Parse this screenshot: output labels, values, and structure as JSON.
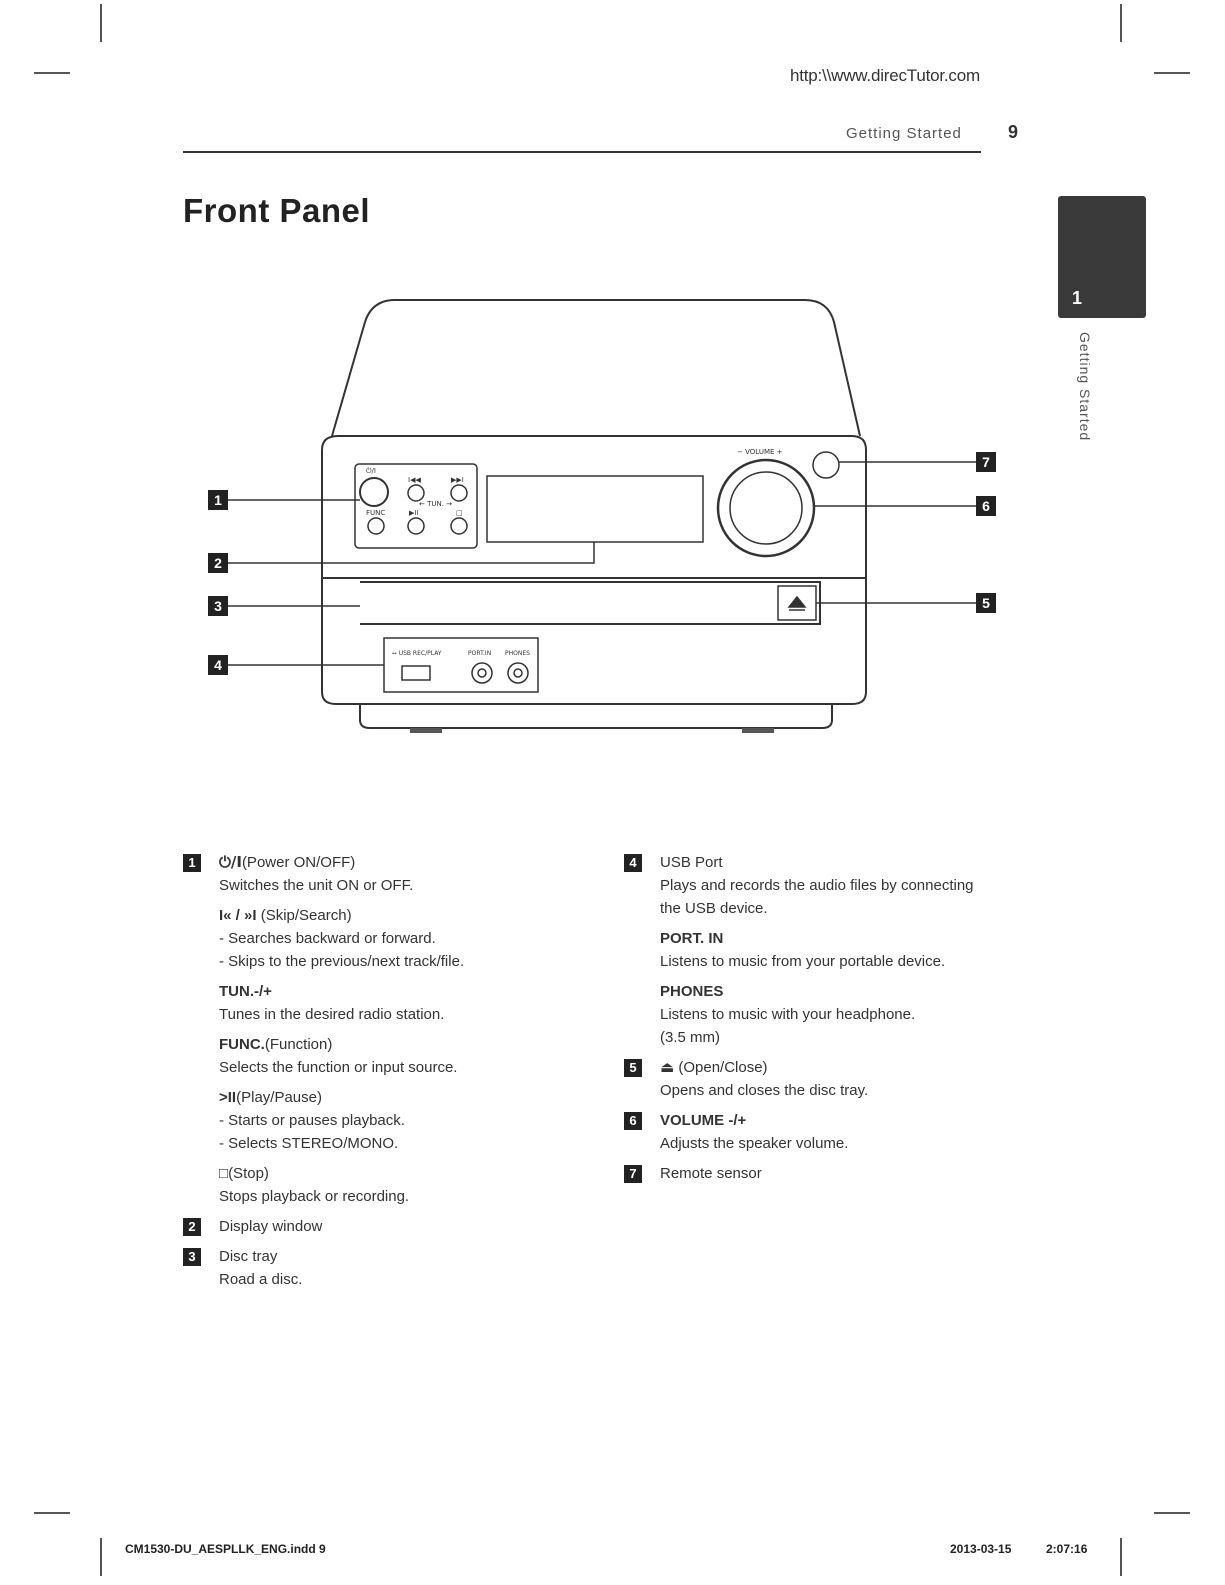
{
  "header": {
    "url": "http:\\\\www.direcTutor.com",
    "section": "Getting Started",
    "page_number": "9"
  },
  "page_title": "Front Panel",
  "chapter_tab": {
    "number": "1",
    "label": "Getting Started"
  },
  "diagram": {
    "callouts": [
      "1",
      "2",
      "3",
      "4",
      "5",
      "6",
      "7"
    ],
    "panel_labels": {
      "power": "⏻/I",
      "prev": "I◀◀",
      "next": "▶▶I",
      "tun": "← TUN. →",
      "func": "FUNC",
      "play": "▶II",
      "stop": "□",
      "volume": "− VOLUME +",
      "usb": "⭤ USB REC/PLAY",
      "port_in": "PORT.IN",
      "phones": "PHONES",
      "eject": "⏏"
    }
  },
  "left_column": {
    "item1": {
      "badge": "1",
      "head_symbol": "⏻/I",
      "head_text": "(Power ON/OFF)",
      "desc": "Switches the unit ON or OFF.",
      "skip_symbol": "I« / »I",
      "skip_text": " (Skip/Search)",
      "skip_desc1": "- Searches backward or forward.",
      "skip_desc2": "- Skips to the previous/next track/file.",
      "tun_head": "TUN.-/+",
      "tun_desc": "Tunes in the desired radio station.",
      "func_head": "FUNC.",
      "func_text": "(Function)",
      "func_desc": "Selects the function or input source.",
      "play_symbol": ">II",
      "play_text": "(Play/Pause)",
      "play_desc1": "- Starts or pauses playback.",
      "play_desc2": "-  Selects STEREO/MONO.",
      "stop_symbol": "□",
      "stop_text": "(Stop)",
      "stop_desc": "Stops playback or recording."
    },
    "item2": {
      "badge": "2",
      "head": "Display window"
    },
    "item3": {
      "badge": "3",
      "head": "Disc tray",
      "desc": "Road a disc."
    }
  },
  "right_column": {
    "item4": {
      "badge": "4",
      "head": "USB Port",
      "desc1": "Plays and records the audio files by connecting",
      "desc2": "the USB device.",
      "port_head": "PORT. IN",
      "port_desc": "Listens to music from your portable device.",
      "phones_head": "PHONES",
      "phones_desc1": "Listens to music with your headphone.",
      "phones_desc2": "(3.5 mm)"
    },
    "item5": {
      "badge": "5",
      "head_symbol": "⏏",
      "head_text": " (Open/Close)",
      "desc": "Opens and closes the disc tray."
    },
    "item6": {
      "badge": "6",
      "head": "VOLUME -/+",
      "desc": "Adjusts the speaker volume."
    },
    "item7": {
      "badge": "7",
      "head": "Remote sensor"
    }
  },
  "footer": {
    "file": "CM1530-DU_AESPLLK_ENG.indd   9",
    "date": "2013-03-15",
    "time": "2:07:16"
  }
}
